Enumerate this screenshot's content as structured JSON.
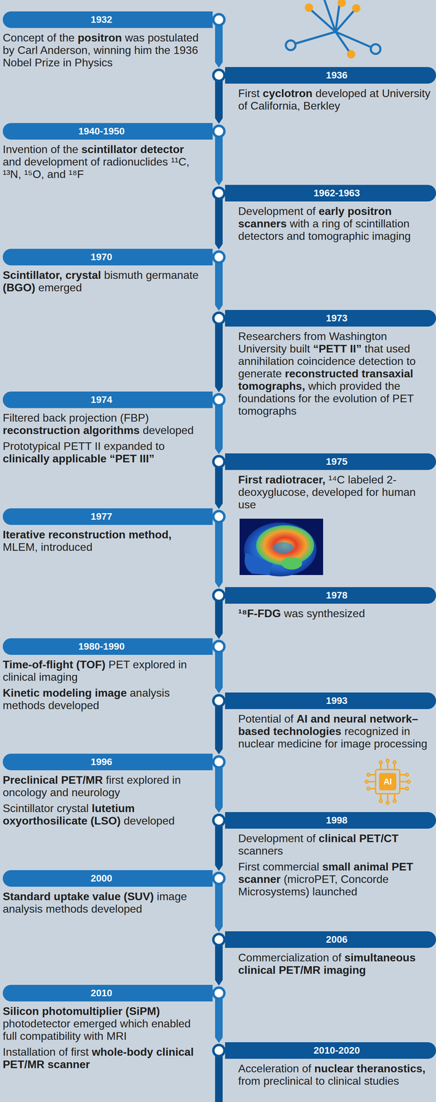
{
  "diagram": {
    "nodes": [
      {
        "text": [
          "1932",
          "Concept of the positron was postulated by Carl Anderson, winning him the 1936 Nobel Prize in Physics"
        ]
      },
      {
        "text": [
          "1936",
          "First cyclotron developed at University of California, Berkley"
        ]
      },
      {
        "text": [
          "1940-1950",
          "Invention of the scintillator detector and development of radionuclides ¹¹C, ¹³N, ¹⁵O, and ¹⁸F"
        ]
      },
      {
        "text": [
          "1962-1963",
          "Development of early positron scanners with a ring of scintillation detectors and tomographic imaging"
        ]
      },
      {
        "text": [
          "1970",
          "Scintillator, crystal bismuth germanate (BGO) emerged"
        ]
      },
      {
        "text": [
          "1973",
          "Researchers from Washington University built “PETT II” that used annihilation coincidence detection to generate reconstructed transaxial tomographs, which provided the foundations for the evolution of PET tomographs"
        ]
      },
      {
        "text": [
          "1974",
          "Filtered back projection (FBP) reconstruction algorithms developed",
          "Prototypical PETT II expanded to clinically applicable “PET III”"
        ]
      },
      {
        "text": [
          "1975",
          "First radiotracer, ¹⁴C labeled 2-deoxyglucose, developed for human use"
        ]
      },
      {
        "text": [
          "1977",
          "Iterative reconstruction method, MLEM, introduced"
        ]
      },
      {
        "text": [
          "1978",
          "¹⁸F-FDG was synthesized"
        ]
      },
      {
        "text": [
          "1980-1990",
          "Time-of-flight (TOF) PET explored in clinical imaging",
          "Kinetic modeling image analysis methods developed"
        ]
      },
      {
        "text": [
          "1993",
          "Potential of AI and neural network–based technologies recognized in nuclear medicine for image processing"
        ]
      },
      {
        "text": [
          "1996",
          "Preclinical PET/MR first explored in oncology and neurology",
          "Scintillator crystal lutetium oxyorthosilicate (LSO) developed"
        ]
      },
      {
        "text": [
          "1998",
          "Development of clinical PET/CT scanners",
          "First commercial small animal PET scanner (microPET, Concorde Microsystems) launched"
        ]
      },
      {
        "text": [
          "2000",
          "Standard uptake value (SUV) image analysis methods developed"
        ]
      },
      {
        "text": [
          "2006",
          "Commercialization of simultaneous clinical PET/MR imaging"
        ]
      },
      {
        "text": [
          "2010",
          "Silicon photomultiplier (SiPM) photodetector emerged which enabled full compatibility with MRI",
          "Installation of first whole-body clinical PET/MR scanner"
        ]
      },
      {
        "text": [
          "2010-2020",
          "Acceleration of nuclear theranostics, from preclinical to clinical studies"
        ]
      }
    ],
    "labels": [
      "AI"
    ]
  }
}
